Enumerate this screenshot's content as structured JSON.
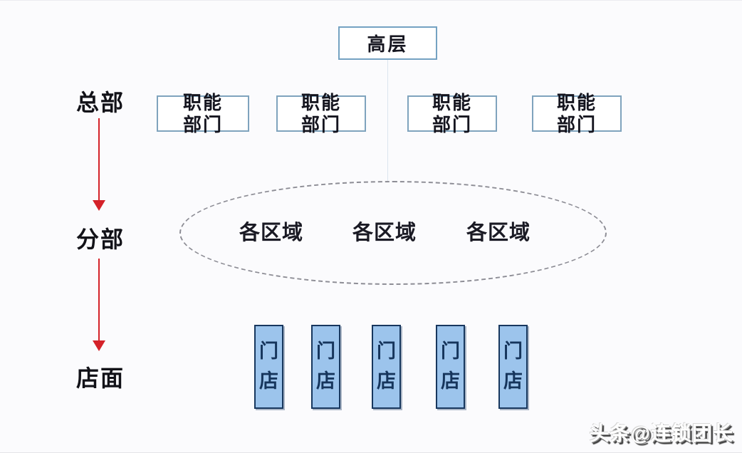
{
  "diagram": {
    "top_box": {
      "label": "高层"
    },
    "levels": [
      {
        "label": "总部"
      },
      {
        "label": "分部"
      },
      {
        "label": "店面"
      }
    ],
    "function_departments": [
      {
        "line1": "职能",
        "line2": "部门"
      },
      {
        "line1": "职能",
        "line2": "部门"
      },
      {
        "line1": "职能",
        "line2": "部门"
      },
      {
        "line1": "职能",
        "line2": "部门"
      }
    ],
    "regions": [
      {
        "label": "各区域"
      },
      {
        "label": "各区域"
      },
      {
        "label": "各区域"
      }
    ],
    "stores": [
      {
        "label": "门店"
      },
      {
        "label": "门店"
      },
      {
        "label": "门店"
      },
      {
        "label": "门店"
      },
      {
        "label": "门店"
      }
    ],
    "colors": {
      "background": "#fbfbfd",
      "box_border": "#7fa3bd",
      "store_fill": "#9cc4ec",
      "store_border": "#17375e",
      "arrow_red": "#d42229",
      "ellipse_dash": "#8d8d95",
      "text_dark": "#15151f"
    }
  },
  "watermark": {
    "label": "头条@连锁团长"
  }
}
